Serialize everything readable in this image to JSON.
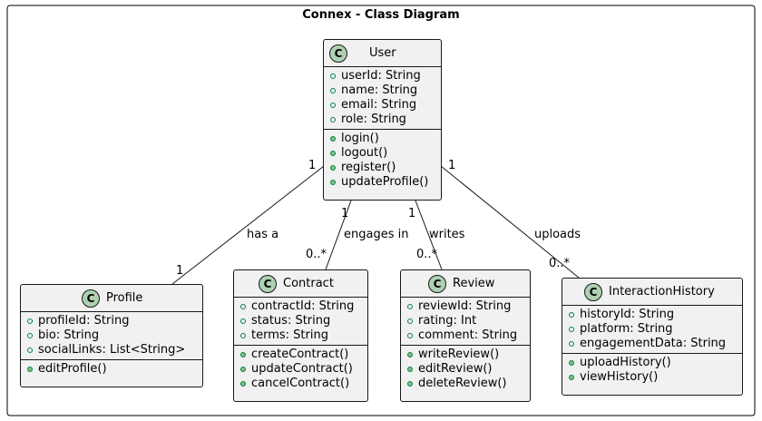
{
  "diagram": {
    "title": "Connex - Class Diagram",
    "class_icon_letter": "C",
    "classes": [
      {
        "name": "User",
        "attributes": [
          "userId: String",
          "name: String",
          "email: String",
          "role: String"
        ],
        "methods": [
          "login()",
          "logout()",
          "register()",
          "updateProfile()"
        ]
      },
      {
        "name": "Profile",
        "attributes": [
          "profileId: String",
          "bio: String",
          "socialLinks: List<String>"
        ],
        "methods": [
          "editProfile()"
        ]
      },
      {
        "name": "Contract",
        "attributes": [
          "contractId: String",
          "status: String",
          "terms: String"
        ],
        "methods": [
          "createContract()",
          "updateContract()",
          "cancelContract()"
        ]
      },
      {
        "name": "Review",
        "attributes": [
          "reviewId: String",
          "rating: Int",
          "comment: String"
        ],
        "methods": [
          "writeReview()",
          "editReview()",
          "deleteReview()"
        ]
      },
      {
        "name": "InteractionHistory",
        "attributes": [
          "historyId: String",
          "platform: String",
          "engagementData: String"
        ],
        "methods": [
          "uploadHistory()",
          "viewHistory()"
        ]
      }
    ],
    "relations": [
      {
        "from": "User",
        "to": "Profile",
        "label": "has a",
        "from_mult": "1",
        "to_mult": "1"
      },
      {
        "from": "User",
        "to": "Contract",
        "label": "engages in",
        "from_mult": "1",
        "to_mult": "0..*"
      },
      {
        "from": "User",
        "to": "Review",
        "label": "writes",
        "from_mult": "1",
        "to_mult": "0..*"
      },
      {
        "from": "User",
        "to": "InteractionHistory",
        "label": "uploads",
        "from_mult": "1",
        "to_mult": "0..*"
      }
    ],
    "colors": {
      "class_fill": "#f1f1f1",
      "border": "#181818",
      "class_icon": "#add1b2",
      "attribute_marker": "#038048",
      "method_marker": "#84be84"
    }
  }
}
